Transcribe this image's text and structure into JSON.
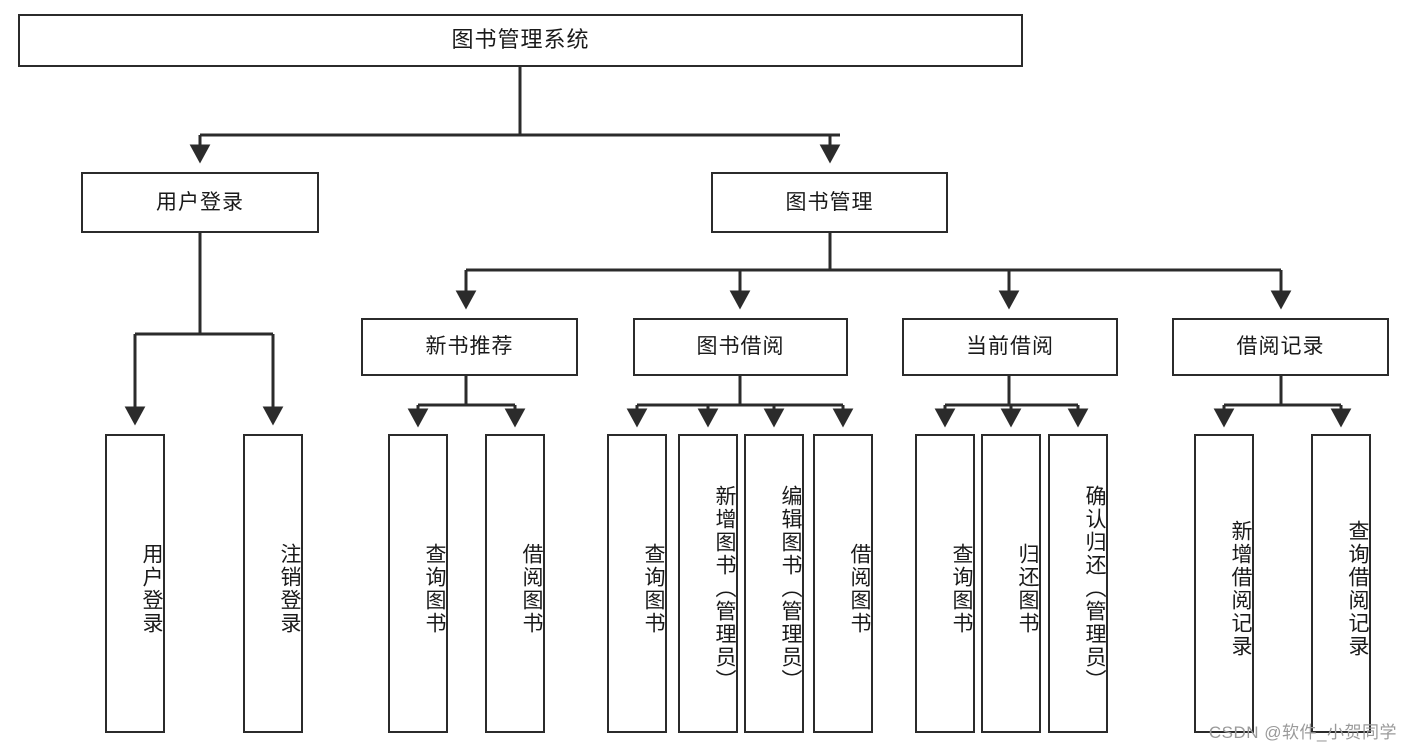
{
  "diagram": {
    "type": "tree",
    "title": "图书管理系统",
    "style": {
      "stroke": "#2b2b2b",
      "fill": "#ffffff",
      "text": "#1a1a1a"
    },
    "root": {
      "label": "图书管理系统"
    },
    "level1": [
      {
        "label": "用户登录"
      },
      {
        "label": "图书管理"
      }
    ],
    "level2": [
      {
        "label": "新书推荐"
      },
      {
        "label": "图书借阅"
      },
      {
        "label": "当前借阅"
      },
      {
        "label": "借阅记录"
      }
    ],
    "leaves": {
      "user_login": [
        {
          "label": "用户登录"
        },
        {
          "label": "注销登录"
        }
      ],
      "new_book_recommend": [
        {
          "label": "查询图书"
        },
        {
          "label": "借阅图书"
        }
      ],
      "book_borrow": [
        {
          "label": "查询图书"
        },
        {
          "label": "新增图书（管理员）"
        },
        {
          "label": "编辑图书（管理员）"
        },
        {
          "label": "借阅图书"
        }
      ],
      "current_borrow": [
        {
          "label": "查询图书"
        },
        {
          "label": "归还图书"
        },
        {
          "label": "确认归还（管理员）"
        }
      ],
      "borrow_record": [
        {
          "label": "新增借阅记录"
        },
        {
          "label": "查询借阅记录"
        }
      ]
    }
  },
  "watermark": {
    "text": "CSDN @软件_小贺同学"
  }
}
